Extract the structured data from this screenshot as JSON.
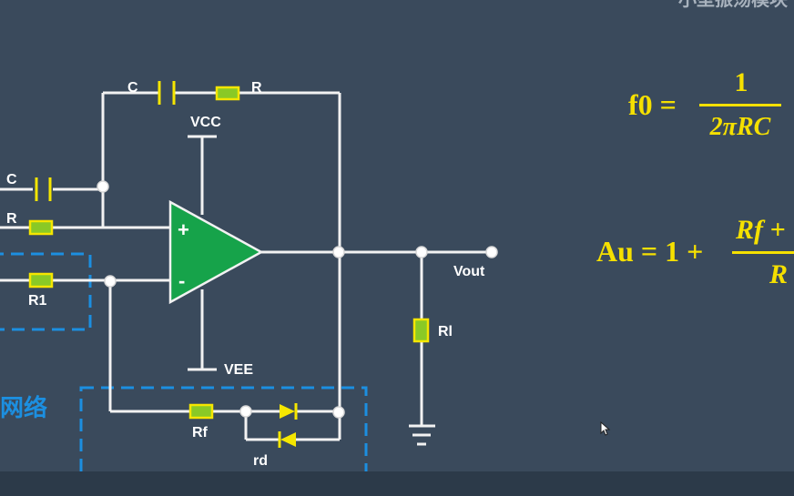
{
  "labels": {
    "C_feedback": "C",
    "R_feedback": "R",
    "VCC": "VCC",
    "VEE": "VEE",
    "C_input": "C",
    "R_input": "R",
    "R1": "R1",
    "plus": "+",
    "minus": "-",
    "Vout": "Vout",
    "Rl": "Rl",
    "Rf": "Rf",
    "rd": "rd",
    "network": "网络"
  },
  "formulas": {
    "f0_lhs": "f0 = ",
    "f0_num": "1",
    "f0_den": "2πRC",
    "au_lhs": "Au = 1 + ",
    "au_num": "Rf +",
    "au_den": "R"
  },
  "top_text": "小型振荡模块",
  "colors": {
    "background": "#3a4a5c",
    "wire": "#f2f2f2",
    "opamp": "#16a34a",
    "resistor_fill": "#8ac926",
    "component_outline": "#f5e600",
    "dashed_box": "#1c8fe0",
    "formula": "#f5e000"
  }
}
